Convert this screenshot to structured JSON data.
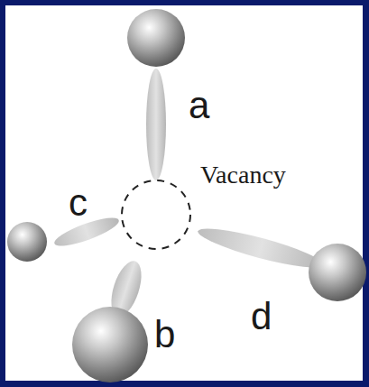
{
  "diagram": {
    "labels": [
      "a",
      "Vacancy",
      "c",
      "b",
      "d"
    ]
  }
}
